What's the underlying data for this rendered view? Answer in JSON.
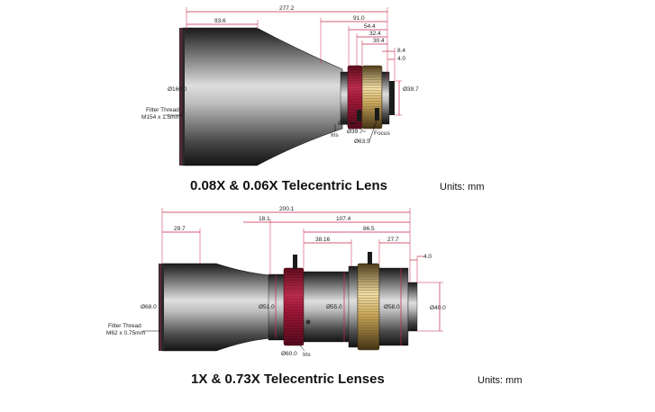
{
  "lens_top": {
    "title": "0.08X & 0.06X Telecentric Lens",
    "units": "Units: mm",
    "dims": {
      "overall": "277.2",
      "front": "93.6",
      "d91": "91.0",
      "d54": "54.4",
      "d32": "32.4",
      "d30": "30.4",
      "d8": "8.4",
      "d4": "4.0",
      "dia160": "Ø160.0",
      "dia39_right": "Ø39.7",
      "dia63_iris": "Ø63.5",
      "dia39_bottom": "Ø39.7",
      "dia63_focus": "Ø63.5"
    },
    "labels": {
      "filter_thread_1": "Filter Thread",
      "filter_thread_2": "M154 x 1.5mm",
      "iris": "Iris",
      "focus": "Focus"
    }
  },
  "lens_bottom": {
    "title": "1X & 0.73X Telecentric Lenses",
    "units": "Units: mm",
    "dims": {
      "overall": "200.1",
      "front": "29.7",
      "d18": "18.1",
      "d107": "107.4",
      "d86": "86.5",
      "d38": "38.16",
      "d27": "27.7",
      "d4": "4.0",
      "dia68": "Ø68.0",
      "dia51": "Ø51.0",
      "dia55": "Ø55.0",
      "dia58": "Ø58.0",
      "dia40": "Ø40.0",
      "dia60": "Ø60.0"
    },
    "labels": {
      "filter_thread_1": "Filter Thread",
      "filter_thread_2": "M62 x 0.75mm",
      "iris": "Iris"
    }
  },
  "colors": {
    "dimension": "#c8264a",
    "body_dark": "#1e1e1e",
    "body_light": "#d6d6d6",
    "red_ring": "#b01a3a",
    "gold_ring": "#c9a65a"
  }
}
